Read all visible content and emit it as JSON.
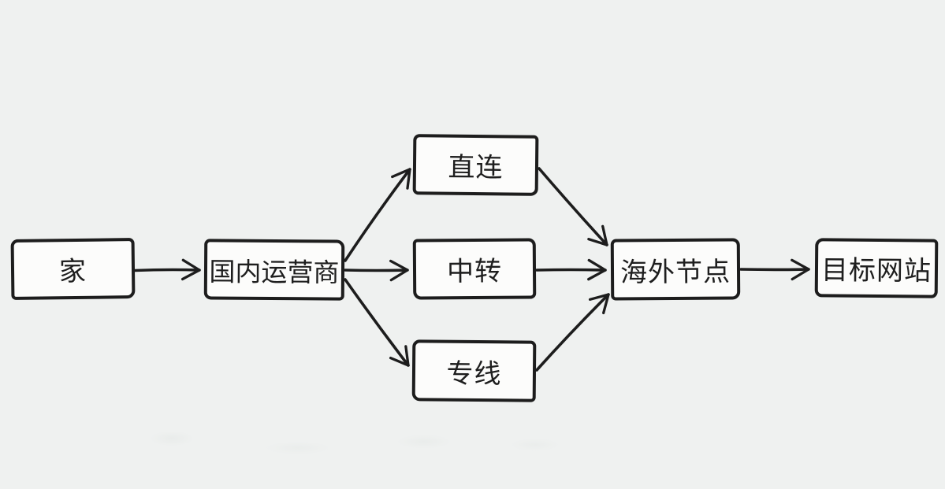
{
  "page": {
    "background_color": "#eff1f0"
  },
  "diagram": {
    "type": "flowchart",
    "style": "hand-drawn",
    "stroke_color": "#1d1d1d",
    "node_fill_color": "#fcfcfb",
    "text_color": "#1e1e1e",
    "nodes": [
      {
        "id": "home",
        "label": "家"
      },
      {
        "id": "domestic-isp",
        "label": "国内运营商"
      },
      {
        "id": "direct-connect",
        "label": "直连"
      },
      {
        "id": "relay",
        "label": "中转"
      },
      {
        "id": "leased-line",
        "label": "专线"
      },
      {
        "id": "overseas-node",
        "label": "海外节点"
      },
      {
        "id": "target-website",
        "label": "目标网站"
      }
    ],
    "edges": [
      {
        "from": "home",
        "to": "domestic-isp"
      },
      {
        "from": "domestic-isp",
        "to": "direct-connect"
      },
      {
        "from": "domestic-isp",
        "to": "relay"
      },
      {
        "from": "domestic-isp",
        "to": "leased-line"
      },
      {
        "from": "direct-connect",
        "to": "overseas-node"
      },
      {
        "from": "relay",
        "to": "overseas-node"
      },
      {
        "from": "leased-line",
        "to": "overseas-node"
      },
      {
        "from": "overseas-node",
        "to": "target-website"
      }
    ]
  }
}
